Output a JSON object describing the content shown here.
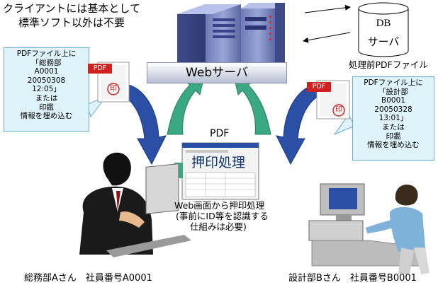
{
  "top_left": {
    "line1": "クライアントには基本として",
    "line2": "標準ソフト以外は不要"
  },
  "left_callout": {
    "lines": [
      "PDFファイル上に",
      "「総務部",
      "A0001",
      "20050308",
      "12:05」",
      "または",
      "印鑑",
      "情報を埋め込む"
    ]
  },
  "right_callout": {
    "lines": [
      "PDFファイル上に",
      "「設計部",
      "B0001",
      "20050328",
      "13:01」",
      "または",
      "印鑑",
      "情報を埋め込む"
    ]
  },
  "web_server": {
    "label": "Webサーバ"
  },
  "db": {
    "line1": "DB",
    "line2": "サーバ"
  },
  "pre_pdf_label": "処理前PDFファイル",
  "pdf_tag": "PDF",
  "seal_char": "印",
  "center_pdf_label": "PDF",
  "stamp_process": "押印処理",
  "web_process": {
    "line1": "Web画面から押印処理",
    "line2": "(事前にID等を認識する",
    "line3": "仕組みは必要)"
  },
  "user_left": {
    "caption": "総務部Aさん　社員番号A0001"
  },
  "user_right": {
    "caption": "設計部Bさん　社員番号B0001"
  },
  "colors": {
    "teal_arrow": "#3aa882",
    "blue_arrow": "#2a4fa4",
    "callout_bg": "#dff3fb",
    "pdf_red": "#d02020"
  }
}
